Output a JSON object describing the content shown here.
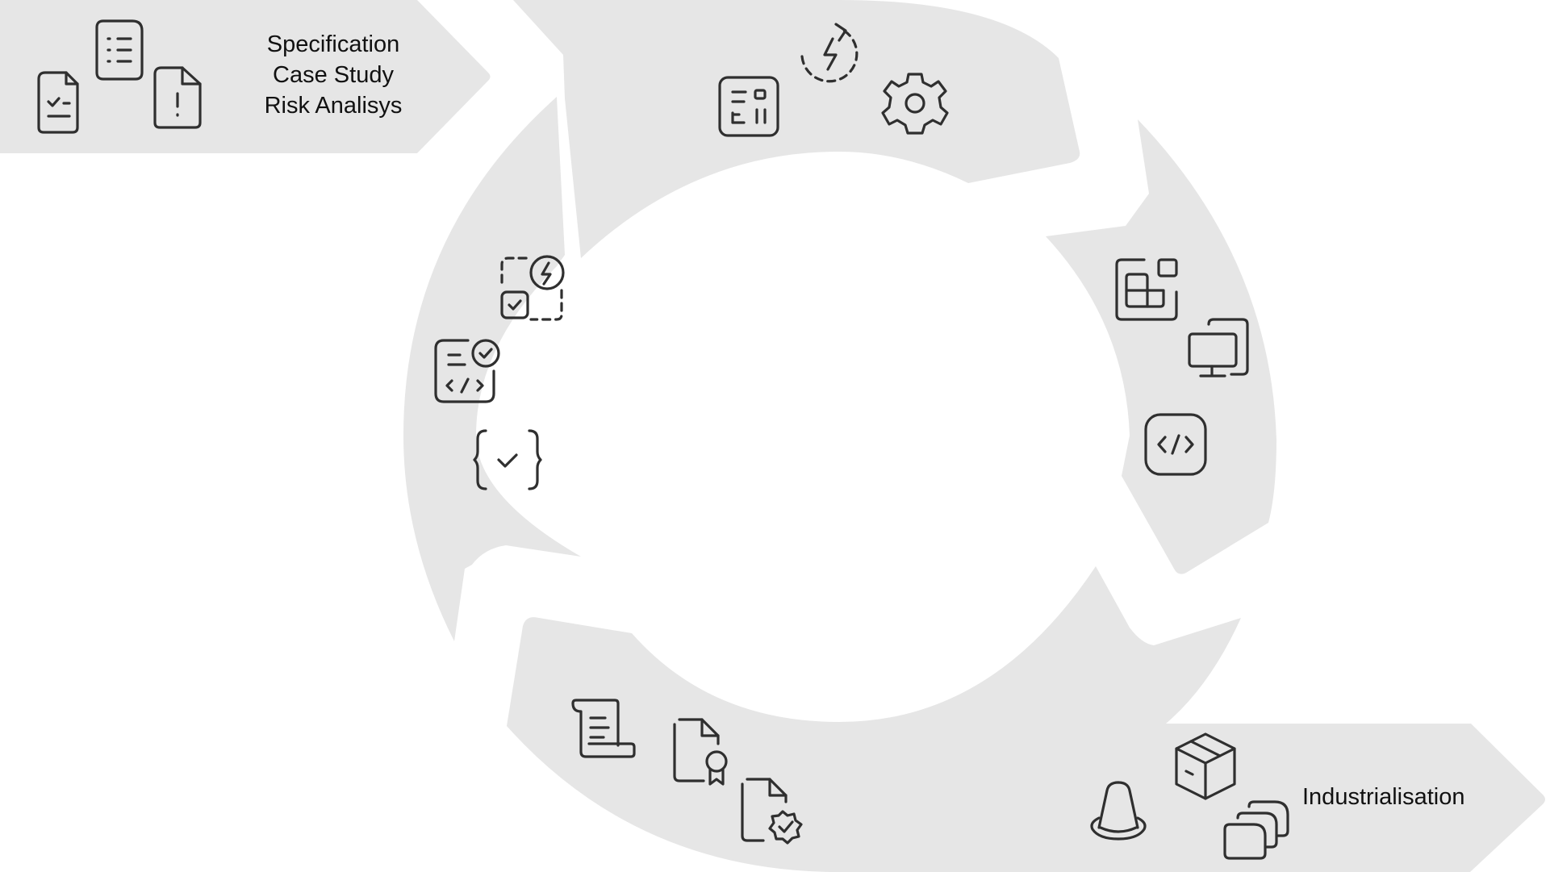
{
  "colors": {
    "shape_fill": "#e6e6e6",
    "icon_stroke": "#2f2f2f",
    "text": "#111111",
    "background": "#ffffff"
  },
  "input_banner": {
    "lines": [
      "Specification",
      "Case Study",
      "Risk Analisys"
    ],
    "icons": [
      "checklist-document-icon",
      "list-document-icon",
      "warning-document-icon"
    ]
  },
  "output_banner": {
    "label": "Industrialisation",
    "icons": [
      "traffic-cone-icon",
      "package-box-icon",
      "stacked-layers-icon"
    ]
  },
  "cycle": {
    "top_arrow": {
      "icons": [
        "dashboard-layout-icon",
        "refresh-bolt-icon",
        "gear-icon"
      ]
    },
    "right_arrow": {
      "icons": [
        "components-grid-icon",
        "desktop-devices-icon",
        "code-brackets-icon"
      ]
    },
    "bottom_arrow": {
      "icons": [
        "scroll-document-icon",
        "certificate-document-icon",
        "verified-document-icon"
      ]
    },
    "left_arrow": {
      "icons": [
        "dashed-automation-icon",
        "code-review-check-icon",
        "curly-braces-check-icon"
      ]
    }
  }
}
